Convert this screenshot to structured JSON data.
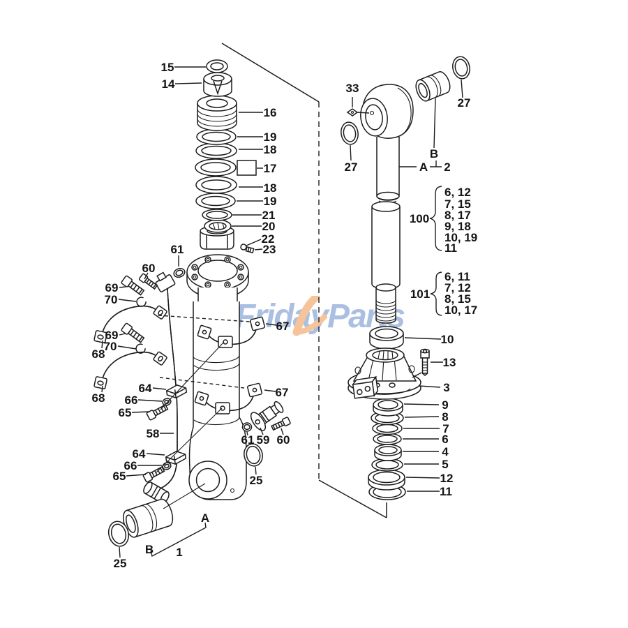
{
  "watermark": {
    "first": "Friday",
    "second": "Parts",
    "blue": "#aabfe2",
    "orange": "#f6c49a"
  },
  "groups": {
    "g100": {
      "label": "100",
      "rows": [
        "6, 12",
        "7, 15",
        "8, 17",
        "9, 18",
        "10, 19",
        "11"
      ]
    },
    "g101": {
      "label": "101",
      "rows": [
        "6, 11",
        "7, 12",
        "8, 15",
        "10, 17"
      ]
    }
  },
  "labels": {
    "n1": "1",
    "n2": "2",
    "n3": "3",
    "n4": "4",
    "n5": "5",
    "n6": "6",
    "n7": "7",
    "n8": "8",
    "n9": "9",
    "n10": "10",
    "n11": "11",
    "n12": "12",
    "n13": "13",
    "n14": "14",
    "n15": "15",
    "n16": "16",
    "n17": "17",
    "n18": "18",
    "n19": "19",
    "n20": "20",
    "n21": "21",
    "n22": "22",
    "n23": "23",
    "n25": "25",
    "n27": "27",
    "n33": "33",
    "n58": "58",
    "n59": "59",
    "n60": "60",
    "n61": "61",
    "n64": "64",
    "n65": "65",
    "n66": "66",
    "n67": "67",
    "n68": "68",
    "n69": "69",
    "n70": "70",
    "n100": "100",
    "n101": "101",
    "A": "A",
    "B": "B"
  }
}
